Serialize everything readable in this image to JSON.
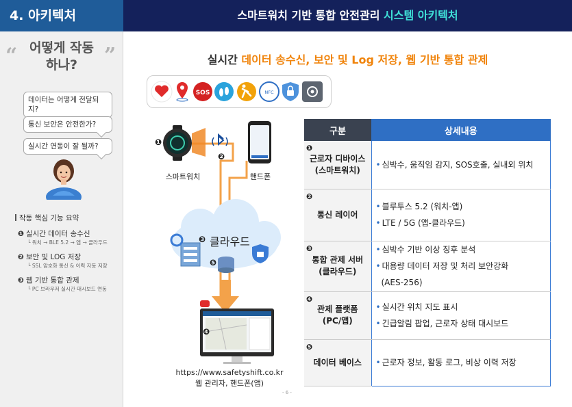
{
  "header": {
    "section_title": "4. 아키텍처",
    "title_main": "스마트워치 기반 통합 안전관리 ",
    "title_accent": "시스템 아키텍처"
  },
  "sidebar": {
    "how_title": "어떻게 작동하나?",
    "questions": [
      "데이터는 어떻게 전달되지?",
      "통신 보안은 안전한가?",
      "실시간 연동이 잘 될까?"
    ],
    "summary_title": "작동 핵심 기능 요약",
    "features": [
      {
        "num": "❶",
        "title": "실시간 데이터 송수신",
        "sub": "└ 워치 → BLE 5.2 → 앱 → 클라우드"
      },
      {
        "num": "❷",
        "title": "보안 및 LOG 저장",
        "sub": "└ SSL 암호화 통신 & 이력 자동 저장"
      },
      {
        "num": "❸",
        "title": "웹 기반 통합 관제",
        "sub": "└ PC 브라우저 실시간 대시보드 연동"
      }
    ]
  },
  "main": {
    "subtitle_plain": "실시간 ",
    "subtitle_accent": "데이터 송수신, 보안 및 Log 저장, 웹 기반 통합 관제"
  },
  "diagram": {
    "icons": [
      "heart-icon",
      "location-pin-icon",
      "sos-icon",
      "footprint-icon",
      "fall-icon",
      "nfc-icon",
      "shield-icon",
      "settings-icon"
    ],
    "sos_text": "SOS",
    "nfc_text": "NFC",
    "watch_label": "스마트워치",
    "phone_label": "핸드폰",
    "cloud_label": "클라우드",
    "url": "https://www.safetyshift.co.kr",
    "web_label": "웹 관리자, 핸드폰(앱)",
    "markers": [
      "❶",
      "❷",
      "❸",
      "❹",
      "❺"
    ]
  },
  "table": {
    "headers": [
      "구분",
      "상세내용"
    ],
    "rows": [
      {
        "num": "❶",
        "cat": [
          "근로자 디바이스",
          "(스마트워치)"
        ],
        "details": [
          "심박수, 움직임 감지, SOS호출, 실내외 위치"
        ]
      },
      {
        "num": "❷",
        "cat": [
          "통신 레이어"
        ],
        "details": [
          "블루투스 5.2 (워치-앱)",
          "LTE / 5G (앱-클라우드)"
        ]
      },
      {
        "num": "❸",
        "cat": [
          "통합 관제 서버",
          "(클라우드)"
        ],
        "details": [
          "심박수 기반 이상 징후 분석",
          "대용량 데이터 저장 및 처리 보안강화",
          "(AES-256)"
        ]
      },
      {
        "num": "❹",
        "cat": [
          "관제 플랫폼",
          "(PC/앱)"
        ],
        "details": [
          "실시간 위치 지도 표시",
          "긴급알림 팝업, 근로자 상태 대시보드"
        ]
      },
      {
        "num": "❺",
        "cat": [
          "데이터 베이스"
        ],
        "details": [
          "근로자 정보, 활동 로그, 비상 이력 저장"
        ]
      }
    ]
  },
  "page_number": "- 6 -"
}
